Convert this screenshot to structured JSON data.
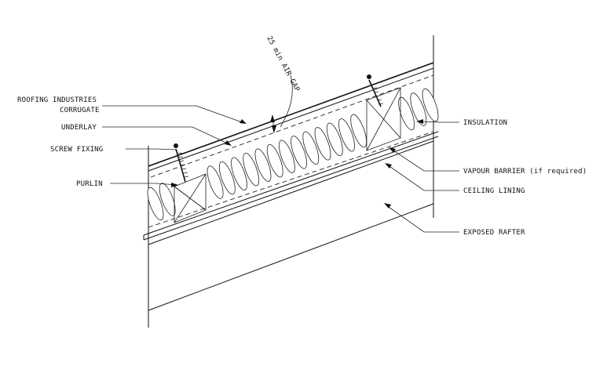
{
  "labels": {
    "roofing_line1": "ROOFING INDUSTRIES",
    "roofing_line2": "CORRUGATE",
    "underlay": "UNDERLAY",
    "screw_fixing": "SCREW FIXING",
    "purlin": "PURLIN",
    "air_gap": "25 min AIR GAP",
    "insulation": "INSULATION",
    "vapour_barrier": "VAPOUR BARRIER (if required)",
    "ceiling_lining": "CEILING LINING",
    "exposed_rafter": "EXPOSED RAFTER"
  }
}
